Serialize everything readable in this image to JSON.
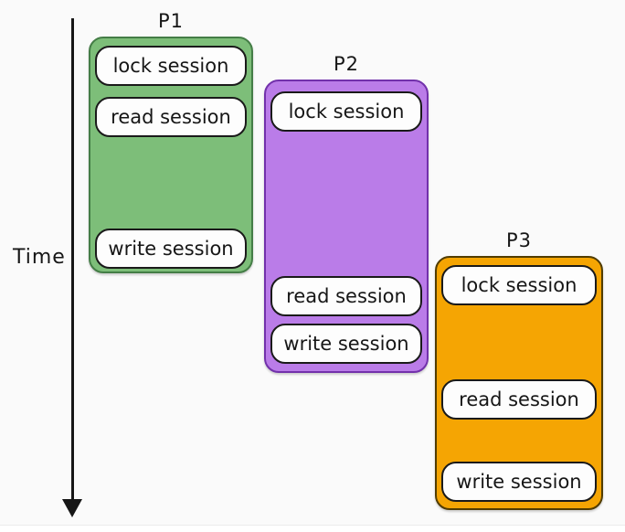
{
  "background_color": "#fafafa",
  "time_axis": {
    "label": "Time",
    "color": "#161616"
  },
  "processes": [
    {
      "label": "P1",
      "fill_color": "#7dbe79",
      "border_color": "#447d46",
      "steps": [
        "lock session",
        "read session",
        "write session"
      ]
    },
    {
      "label": "P2",
      "fill_color": "#ba7ce8",
      "border_color": "#7231ab",
      "steps": [
        "lock session",
        "read session",
        "write session"
      ]
    },
    {
      "label": "P3",
      "fill_color": "#f5a503",
      "border_color": "#513c00",
      "steps": [
        "lock session",
        "read session",
        "write session"
      ]
    }
  ],
  "step_box": {
    "fill_color": "#fdfdfd",
    "border_color": "#1a1a1a",
    "text_color": "#161616"
  }
}
